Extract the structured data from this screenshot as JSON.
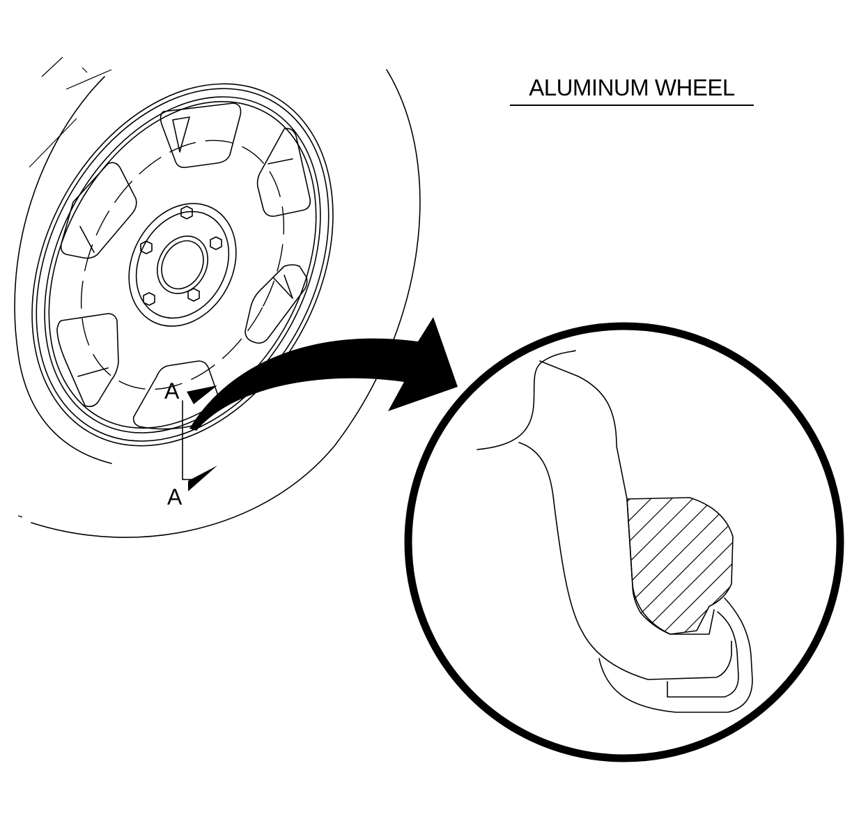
{
  "title": "ALUMINUM WHEEL",
  "section_label_top": "A",
  "section_label_bottom": "A",
  "colors": {
    "ink": "#000000",
    "paper": "#ffffff"
  },
  "icons": [
    "wheel-drawing",
    "section-marker-arrow",
    "callout-arrow",
    "detail-circle",
    "hatched-section"
  ]
}
